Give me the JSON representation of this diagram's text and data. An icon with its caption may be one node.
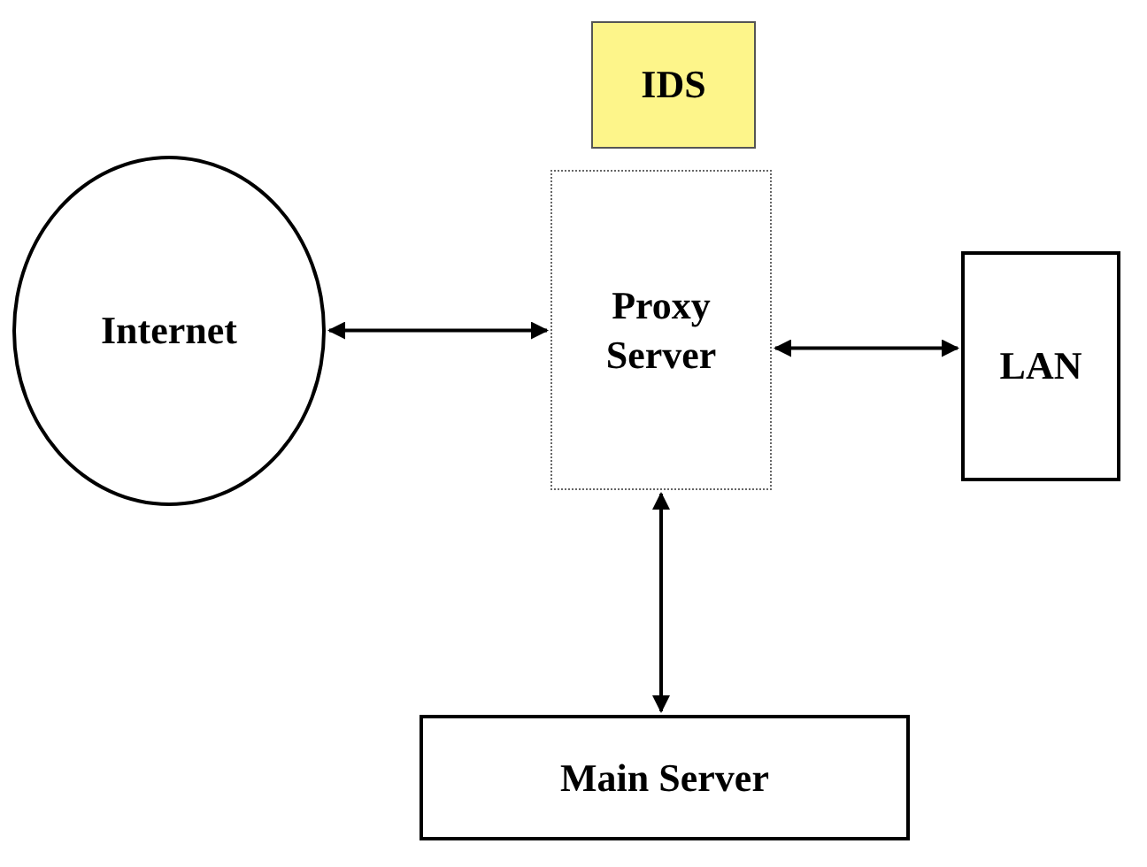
{
  "diagram": {
    "nodes": [
      {
        "text": [
          "IDS"
        ]
      },
      {
        "text": [
          "Proxy Server"
        ]
      },
      {
        "text": [
          "Internet"
        ]
      },
      {
        "text": [
          "LAN"
        ]
      },
      {
        "text": [
          "Main Server"
        ]
      }
    ],
    "edges": [
      {
        "from": 2,
        "to": 1,
        "arrow": "both"
      },
      {
        "from": 1,
        "to": 3,
        "arrow": "both"
      },
      {
        "from": 1,
        "to": 4,
        "arrow": "both"
      }
    ]
  }
}
